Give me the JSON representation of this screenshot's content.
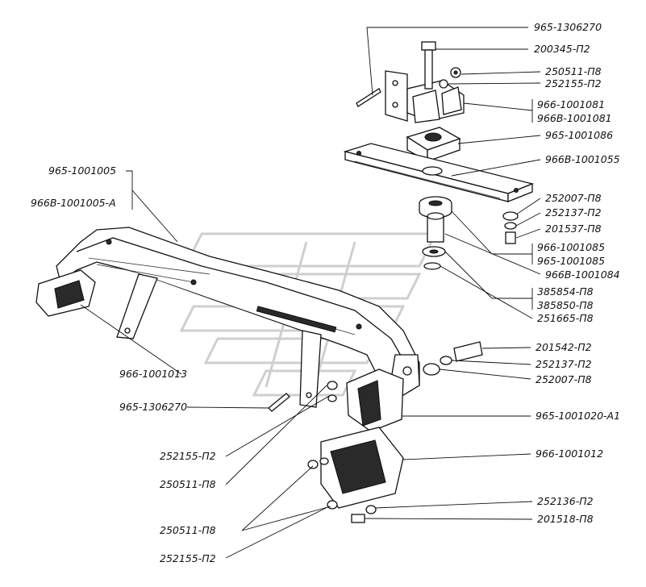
{
  "title": "",
  "parts": {
    "rightSide": [
      {
        "id": "r1",
        "label": "965-1306270"
      },
      {
        "id": "r2",
        "label": "200345-П2"
      },
      {
        "id": "r3",
        "label": "250511-П8"
      },
      {
        "id": "r4",
        "label": "252155-П2"
      },
      {
        "id": "r5",
        "label": "966-1001081"
      },
      {
        "id": "r6",
        "label": "966В-1001081"
      },
      {
        "id": "r7",
        "label": "965-1001086"
      },
      {
        "id": "r8",
        "label": "966В-1001055"
      },
      {
        "id": "r9",
        "label": "252007-П8"
      },
      {
        "id": "r10",
        "label": "252137-П2"
      },
      {
        "id": "r11",
        "label": "201537-П8"
      },
      {
        "id": "r12",
        "label": "966-1001085"
      },
      {
        "id": "r13",
        "label": "965-1001085"
      },
      {
        "id": "r14",
        "label": "966В-1001084"
      },
      {
        "id": "r15",
        "label": "385854-П8"
      },
      {
        "id": "r16",
        "label": "385850-П8"
      },
      {
        "id": "r17",
        "label": "251665-П8"
      },
      {
        "id": "r18",
        "label": "201542-П2"
      },
      {
        "id": "r19",
        "label": "252137-П2"
      },
      {
        "id": "r20",
        "label": "252007-П8"
      },
      {
        "id": "r21",
        "label": "965-1001020-А1"
      },
      {
        "id": "r22",
        "label": "966-1001012"
      },
      {
        "id": "r23",
        "label": "252136-П2"
      },
      {
        "id": "r24",
        "label": "201518-П8"
      }
    ],
    "leftSide": [
      {
        "id": "l1",
        "label": "965-1001005"
      },
      {
        "id": "l2",
        "label": "966В-1001005-А"
      },
      {
        "id": "l3",
        "label": "966-1001013"
      },
      {
        "id": "l4",
        "label": "965-1306270"
      },
      {
        "id": "l5",
        "label": "252155-П2"
      },
      {
        "id": "l6",
        "label": "250511-П8"
      },
      {
        "id": "l7",
        "label": "250511-П8"
      },
      {
        "id": "l8",
        "label": "252155-П2"
      }
    ]
  }
}
